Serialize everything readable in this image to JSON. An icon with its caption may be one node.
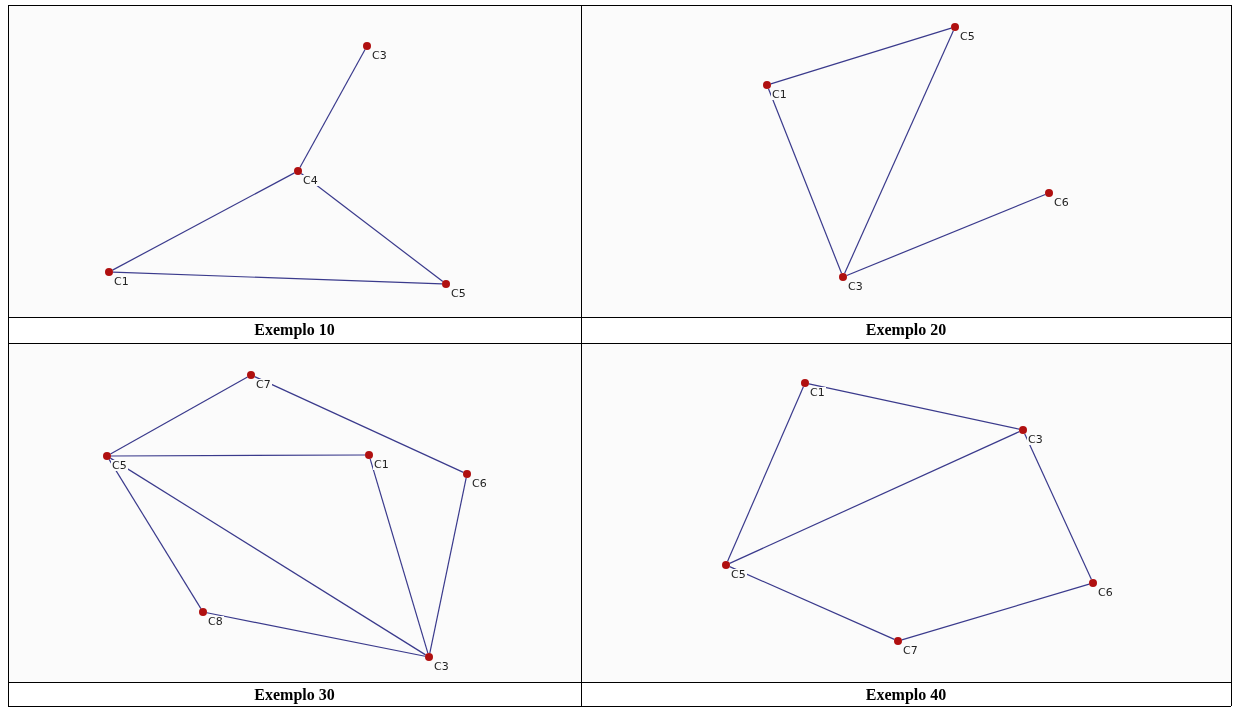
{
  "diagram": {
    "nodes": [
      {
        "text": [],
        "shape": "box"
      },
      {
        "text": [],
        "shape": "circle",
        "beside": [
          "C3"
        ],
        "in": 0
      },
      {
        "text": [],
        "shape": "circle",
        "beside": [
          "C4"
        ],
        "in": 0
      },
      {
        "text": [],
        "shape": "circle",
        "beside": [
          "C1"
        ],
        "in": 0
      },
      {
        "text": [],
        "shape": "circle",
        "beside": [
          "C5"
        ],
        "in": 0
      },
      {
        "text": [],
        "shape": "box"
      },
      {
        "text": [],
        "shape": "circle",
        "beside": [
          "C5"
        ],
        "in": 5
      },
      {
        "text": [],
        "shape": "circle",
        "beside": [
          "C1"
        ],
        "in": 5
      },
      {
        "text": [],
        "shape": "circle",
        "beside": [
          "C6"
        ],
        "in": 5
      },
      {
        "text": [],
        "shape": "circle",
        "beside": [
          "C3"
        ],
        "in": 5
      },
      {
        "text": [],
        "shape": "box"
      },
      {
        "text": [],
        "shape": "circle",
        "beside": [
          "C7"
        ],
        "in": 10
      },
      {
        "text": [],
        "shape": "circle",
        "beside": [
          "C5"
        ],
        "in": 10
      },
      {
        "text": [],
        "shape": "circle",
        "beside": [
          "C1"
        ],
        "in": 10
      },
      {
        "text": [],
        "shape": "circle",
        "beside": [
          "C6"
        ],
        "in": 10
      },
      {
        "text": [],
        "shape": "circle",
        "beside": [
          "C8"
        ],
        "in": 10
      },
      {
        "text": [],
        "shape": "circle",
        "beside": [
          "C3"
        ],
        "in": 10
      },
      {
        "text": [],
        "shape": "box"
      },
      {
        "text": [],
        "shape": "circle",
        "beside": [
          "C1"
        ],
        "in": 17
      },
      {
        "text": [],
        "shape": "circle",
        "beside": [
          "C3"
        ],
        "in": 17
      },
      {
        "text": [],
        "shape": "circle",
        "beside": [
          "C5"
        ],
        "in": 17
      },
      {
        "text": [],
        "shape": "circle",
        "beside": [
          "C6"
        ],
        "in": 17
      },
      {
        "text": [],
        "shape": "circle",
        "beside": [
          "C7"
        ],
        "in": 17
      }
    ],
    "edges": [
      {
        "from": 1,
        "to": 2,
        "arrow": "none"
      },
      {
        "from": 2,
        "to": 3,
        "arrow": "none"
      },
      {
        "from": 2,
        "to": 4,
        "arrow": "none"
      },
      {
        "from": 3,
        "to": 4,
        "arrow": "none"
      },
      {
        "from": 7,
        "to": 6,
        "arrow": "none"
      },
      {
        "from": 7,
        "to": 9,
        "arrow": "none"
      },
      {
        "from": 6,
        "to": 9,
        "arrow": "none"
      },
      {
        "from": 9,
        "to": 8,
        "arrow": "none"
      },
      {
        "from": 12,
        "to": 11,
        "arrow": "none"
      },
      {
        "from": 11,
        "to": 14,
        "arrow": "none"
      },
      {
        "from": 12,
        "to": 13,
        "arrow": "none"
      },
      {
        "from": 13,
        "to": 16,
        "arrow": "none"
      },
      {
        "from": 14,
        "to": 16,
        "arrow": "none"
      },
      {
        "from": 12,
        "to": 16,
        "arrow": "none"
      },
      {
        "from": 12,
        "to": 15,
        "arrow": "none"
      },
      {
        "from": 15,
        "to": 16,
        "arrow": "none"
      },
      {
        "from": 18,
        "to": 19,
        "arrow": "none"
      },
      {
        "from": 18,
        "to": 20,
        "arrow": "none"
      },
      {
        "from": 20,
        "to": 19,
        "arrow": "none"
      },
      {
        "from": 19,
        "to": 21,
        "arrow": "none"
      },
      {
        "from": 20,
        "to": 22,
        "arrow": "none"
      },
      {
        "from": 22,
        "to": 21,
        "arrow": "none"
      }
    ],
    "labels": [
      "Exemplo 10",
      "Exemplo 20",
      "Exemplo 30",
      "Exemplo 40"
    ]
  }
}
